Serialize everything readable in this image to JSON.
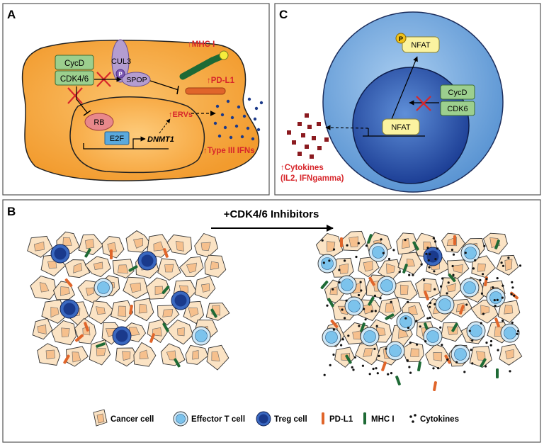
{
  "panels": {
    "a": {
      "letter": "A",
      "cycd": "CycD",
      "cdk46": "CDK4/6",
      "cul3": "CUL3",
      "p": "P",
      "spop": "SPOP",
      "rb": "RB",
      "e2f": "E2F",
      "dnmt1": "DNMT1",
      "mhc1": "MHC I",
      "pdl1": "PD-L1",
      "ervs": "ERVs",
      "ifns": "Type III IFNs"
    },
    "c": {
      "letter": "C",
      "p": "P",
      "nfat_top": "NFAT",
      "nfat_nuc": "NFAT",
      "cycd": "CycD",
      "cdk6": "CDK6",
      "cytokines_line1": "Cytokines",
      "cytokines_line2": "(IL2, IFNgamma)"
    },
    "b": {
      "letter": "B",
      "arrow_label": "+CDK4/6 Inhibitors"
    }
  },
  "legend": {
    "cancer_cell": "Cancer cell",
    "effector_t_cell": "Effector T cell",
    "treg_cell": "Treg cell",
    "pdl1": "PD-L1",
    "mhc1": "MHC I",
    "cytokines": "Cytokines"
  },
  "colors": {
    "cell_orange": "#f4a336",
    "nucleus_orange": "#f9b347",
    "green_box": "#9ccf8e",
    "red": "#d7262b",
    "blue_outer": "#6fa5db",
    "blue_inner": "#2e5fb2",
    "nfat_yellow": "#fbf3a0",
    "tissue_fill": "#fbe3c4",
    "tissue_nucleus": "#f6c08d",
    "effector": "#7cc3ec",
    "treg": "#2147a0",
    "pdl1": "#e0652a",
    "mhc1": "#1e6a35"
  }
}
